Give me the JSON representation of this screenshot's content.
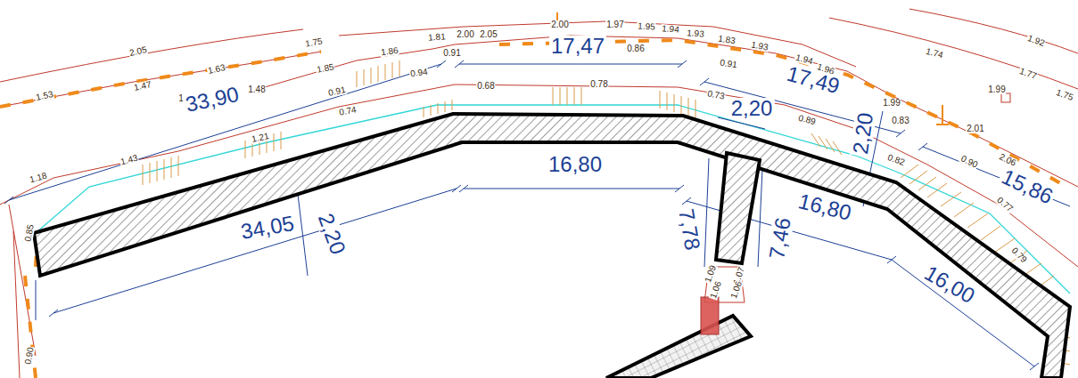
{
  "diagram": {
    "labels": [
      "2.05",
      "1.53",
      "1.47",
      "1.63",
      "1.75",
      "1.85",
      "1.86",
      "1.81",
      "2.00",
      "2.05",
      "2.00",
      "1.97",
      "1.95",
      "1.94",
      "1.93",
      "1.83",
      "1.93",
      "1.94",
      "1.96",
      "1.74",
      "1.92",
      "1.77",
      "1.99",
      "1.75",
      "1.99",
      "2.01",
      "2.06",
      "1.45",
      "1.48",
      "0.91",
      "0.94",
      "0.91",
      "0.86",
      "0.91",
      "0.68",
      "0.78",
      "0.73",
      "0.89",
      "0.83",
      "0.90",
      "0.82",
      "0.77",
      "0.79",
      "0.74",
      "1.21",
      "1.43",
      "1.18",
      "0.85",
      "0.90",
      "1.09",
      "1.07",
      "1.06",
      "1.06",
      "33,90",
      "17,47",
      "17,49",
      "2,20",
      "2,20",
      "15,86",
      "16,80",
      "16,80",
      "34,05",
      "2,20",
      "7,78",
      "7,46",
      "16,00"
    ]
  }
}
